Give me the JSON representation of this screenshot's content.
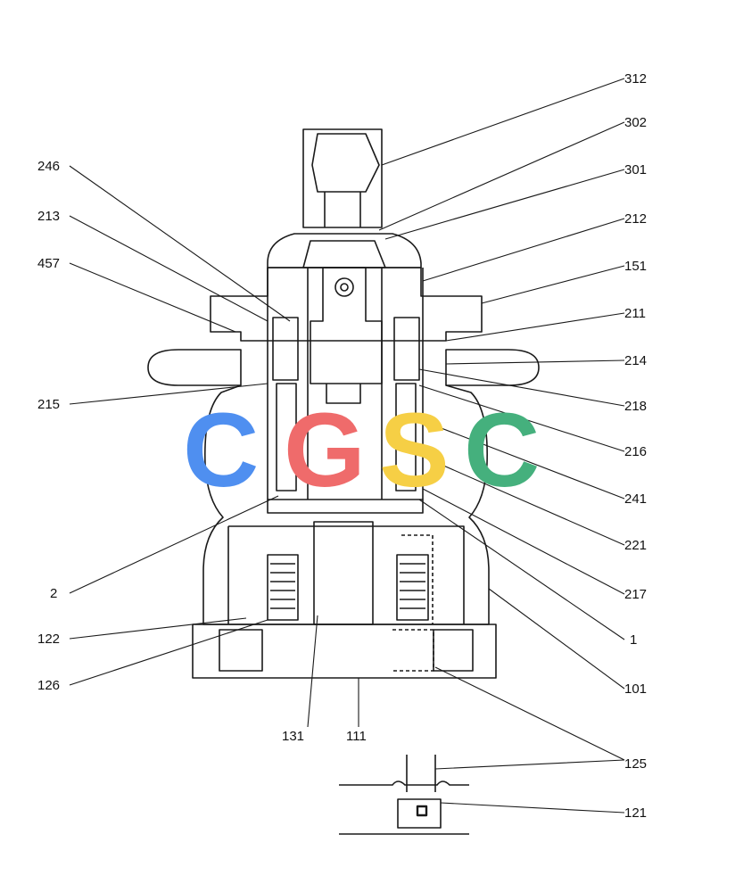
{
  "watermark": {
    "letters": [
      {
        "char": "C",
        "color": "#4f8ff0"
      },
      {
        "char": "G",
        "color": "#ef6b6b"
      },
      {
        "char": "S",
        "color": "#f6cf45"
      },
      {
        "char": "C",
        "color": "#45b07d"
      }
    ]
  },
  "callouts": {
    "right": [
      "312",
      "302",
      "301",
      "212",
      "151",
      "211",
      "214",
      "218",
      "216",
      "241",
      "221",
      "217",
      "1",
      "101",
      "125",
      "121"
    ],
    "left": [
      "246",
      "213",
      "457",
      "215",
      "2",
      "122",
      "126"
    ],
    "bottom": [
      "131",
      "111"
    ]
  },
  "colors": {
    "line": "#1a1a1a",
    "paper": "#ffffff"
  }
}
